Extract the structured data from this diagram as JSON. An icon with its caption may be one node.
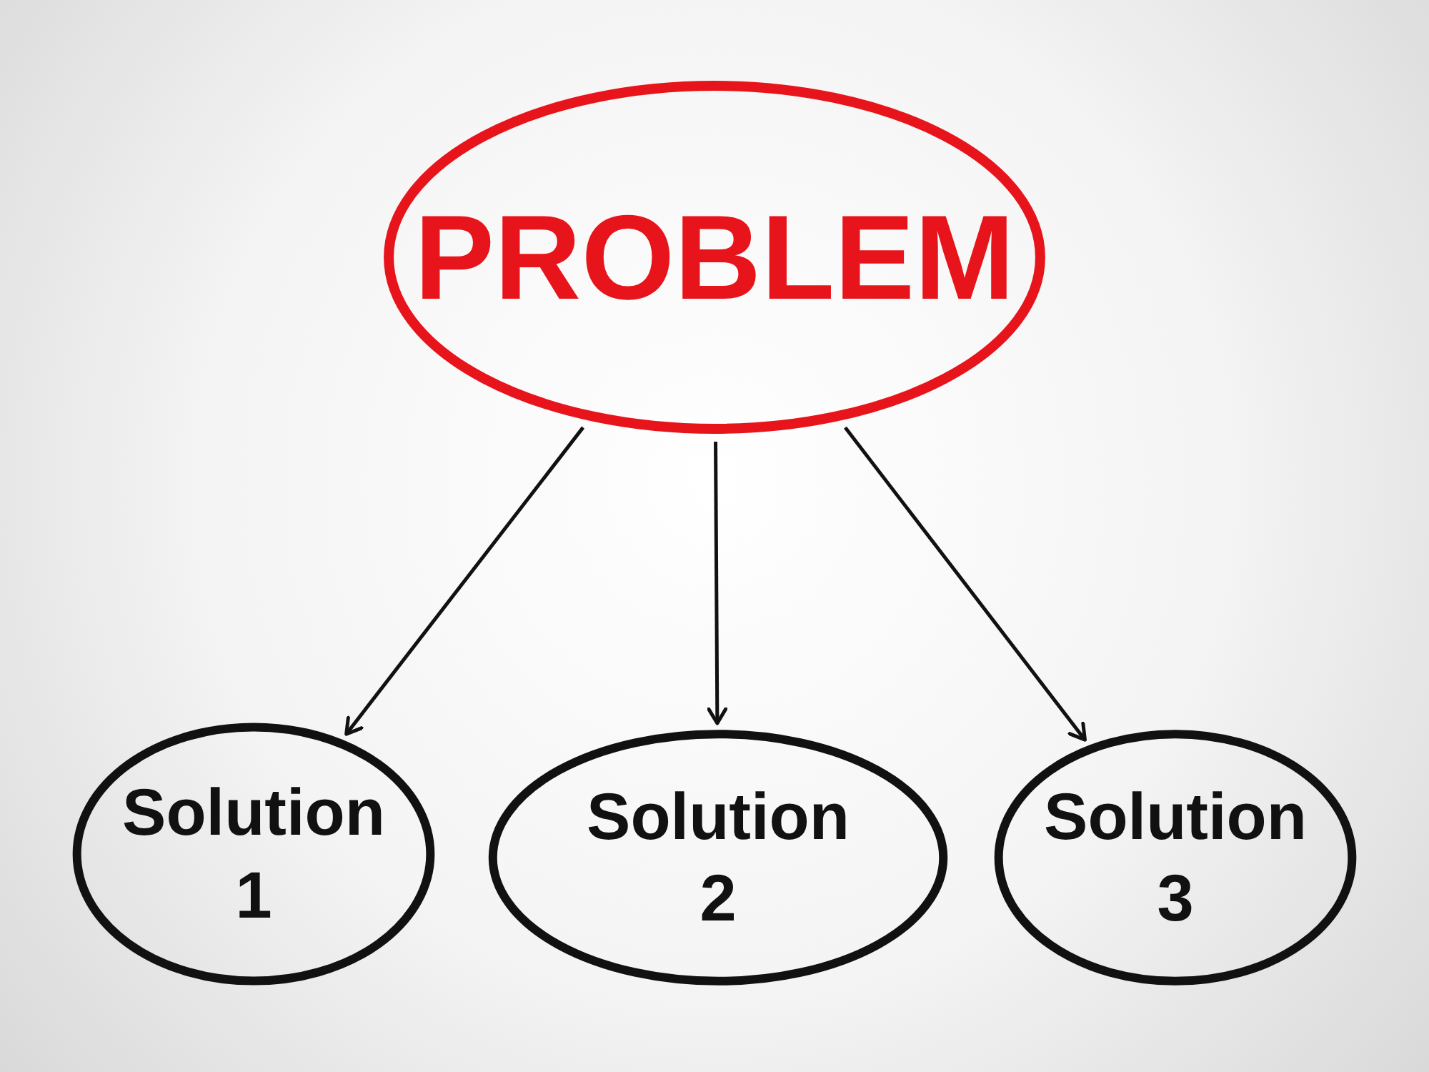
{
  "diagram": {
    "nodes": [
      {
        "text": [
          "PROBLEM"
        ]
      },
      {
        "text": [
          "Solution 1"
        ]
      },
      {
        "text": [
          "Solution 2"
        ]
      },
      {
        "text": [
          "Solution 3"
        ]
      }
    ],
    "edges": [
      {
        "from": 0,
        "to": 1,
        "arrow": "to"
      },
      {
        "from": 0,
        "to": 2,
        "arrow": "to"
      },
      {
        "from": 0,
        "to": 3,
        "arrow": "to"
      }
    ]
  }
}
